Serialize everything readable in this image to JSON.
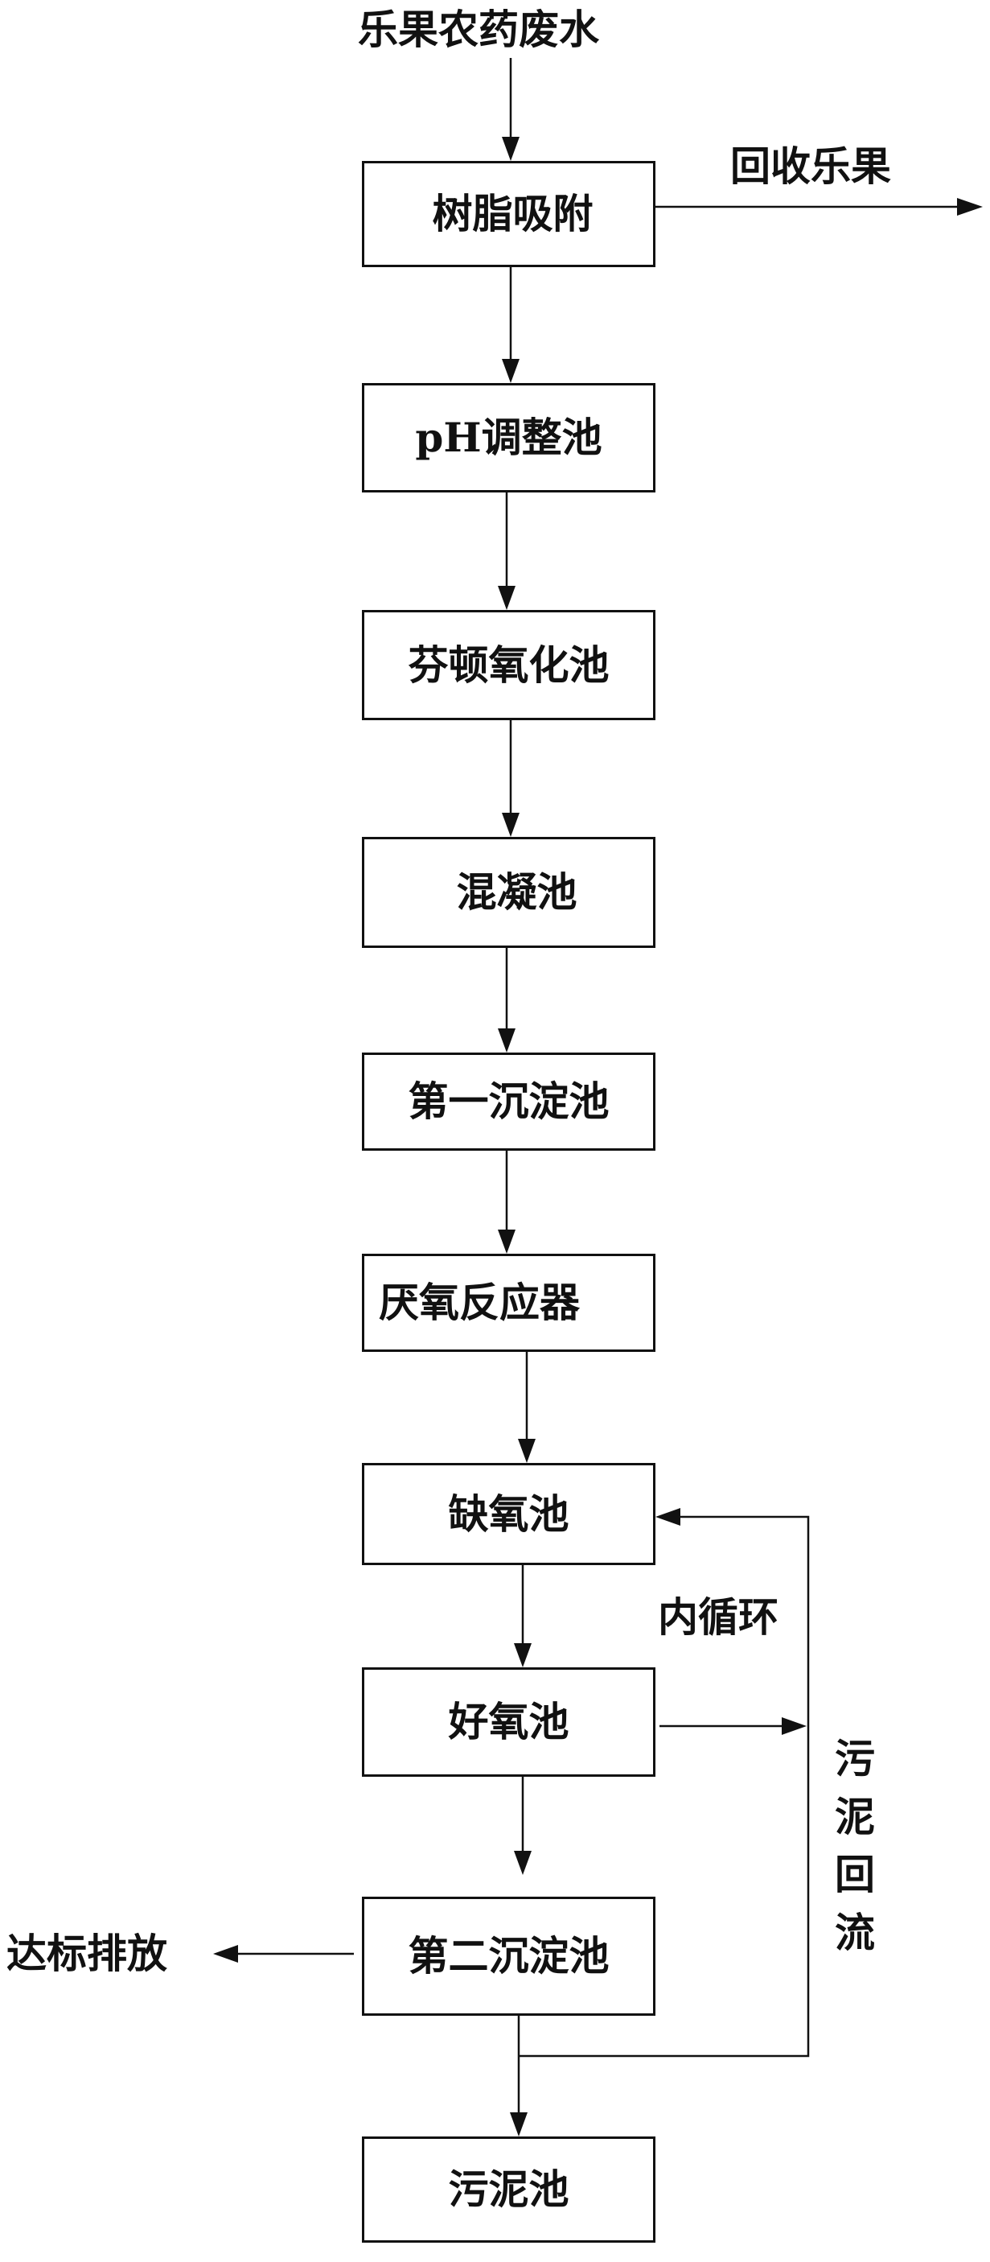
{
  "input_label": "乐果农药废水",
  "recovery_label": "回收乐果",
  "steps": [
    {
      "id": "resin",
      "label": "树脂吸附"
    },
    {
      "id": "ph",
      "label": "pH调整池"
    },
    {
      "id": "fenton",
      "label": "芬顿氧化池"
    },
    {
      "id": "coag",
      "label": "混凝池"
    },
    {
      "id": "sed1",
      "label": "第一沉淀池"
    },
    {
      "id": "anaerobic",
      "label": "厌氧反应器"
    },
    {
      "id": "anoxic",
      "label": "缺氧池"
    },
    {
      "id": "aerobic",
      "label": "好氧池"
    },
    {
      "id": "sed2",
      "label": "第二沉淀池"
    },
    {
      "id": "sludge_tank",
      "label": "污泥池"
    }
  ],
  "internal_recycle_label": "内循环",
  "sludge_return_label": "污泥回流",
  "discharge_label": "达标排放"
}
